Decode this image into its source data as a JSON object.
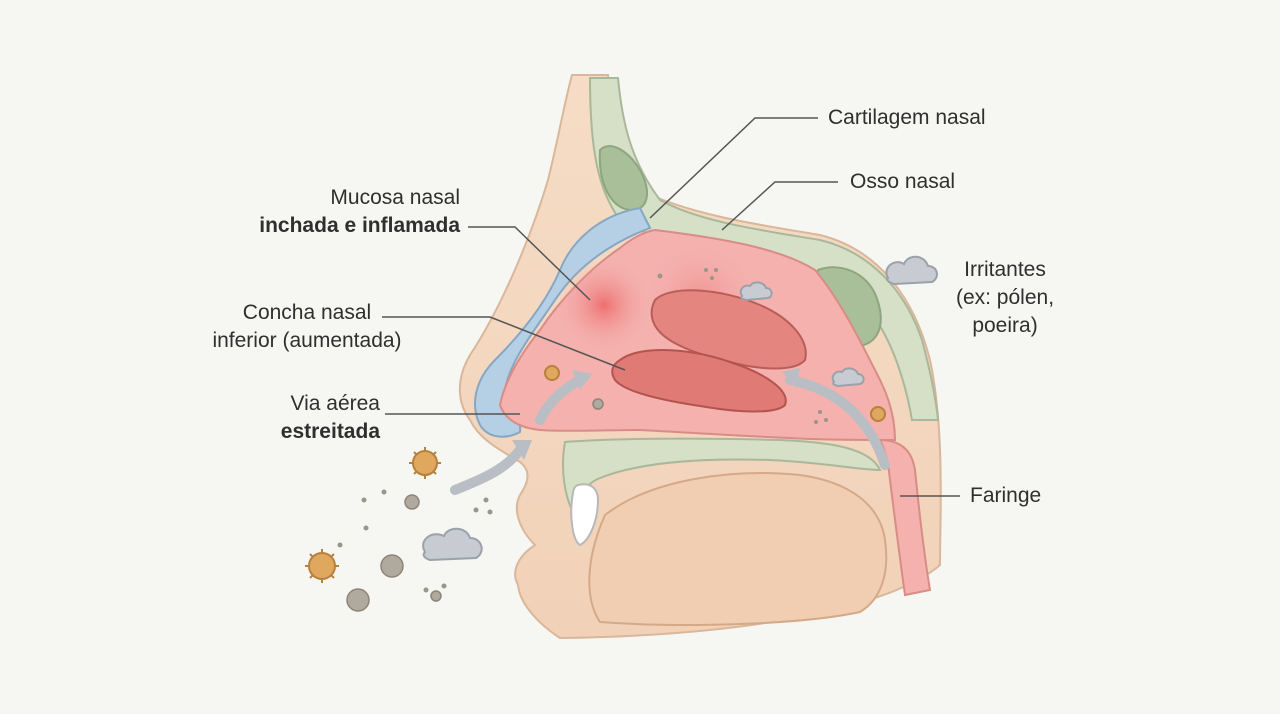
{
  "labels": {
    "cartilage": "Cartilagem nasal",
    "nasal_bone": "Osso nasal",
    "mucosa_line1": "Mucosa nasal",
    "mucosa_line2": "inchada e inflamada",
    "concha_line1": "Concha nasal",
    "concha_line2": "inferior (aumentada)",
    "airway_line1": "Via aérea",
    "airway_line2": "estreitada",
    "irritants_line1": "Irritantes",
    "irritants_line2": "(ex: pólen,",
    "irritants_line3": "poeira)",
    "pharynx": "Faringe"
  },
  "colors": {
    "background": "#f6f6f3",
    "skin": "#f3d9c2",
    "skin_outline": "#d9b79a",
    "mucosa": "#f2a7a7",
    "inflamed": "#ef6f6f",
    "turbinate": "#e07a74",
    "cartilage": "#a9c6df",
    "bone": "#c9d8b5",
    "sinus": "#a9bf9a",
    "arrow": "#b9bec4",
    "pollen": "#e0a85f",
    "dust": "#b0a99d",
    "leader": "#555555"
  },
  "icons": [
    "pollen-icon",
    "dust-cloud-icon",
    "airflow-arrow-icon"
  ]
}
